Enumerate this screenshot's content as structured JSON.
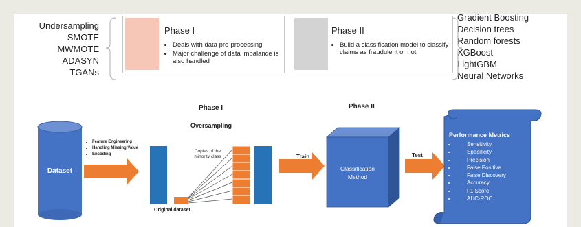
{
  "left_techniques": [
    "Undersampling",
    "SMOTE",
    "MWMOTE",
    "ADASYN",
    "TGANs"
  ],
  "right_models": [
    "Gradient Boosting",
    "Decision trees",
    "Random forests",
    "XGBoost",
    "LightGBM",
    "Neural Networks"
  ],
  "phase1_box": {
    "title": "Phase I",
    "bullets": [
      "Deals with data pre-processing",
      "Major challenge of data imbalance is also handled"
    ],
    "swatch_color": "#f6c7b6"
  },
  "phase2_box": {
    "title": "Phase II",
    "bullets": [
      "Build a classification model to classify claims as fraudulent or not"
    ],
    "swatch_color": "#d3d3d3"
  },
  "flow": {
    "phase1_label": "Phase I",
    "oversampling_label": "Oversampling",
    "phase2_label": "Phase II",
    "dataset_label": "Dataset",
    "preprocess_steps": [
      "Feature Engineering",
      "Handling Missing Value",
      "Encoding"
    ],
    "copies_label": "Copies of the minority class",
    "original_label": "Original dataset",
    "train_label": "Train",
    "test_label": "Test",
    "classification_label": "Classification Method"
  },
  "metrics": {
    "title": "Performance Metrics",
    "items": [
      "Sensitivity",
      "Specificity",
      "Precision",
      "False Positive",
      "False Discovery",
      "Accuracy",
      "F1 Score",
      "AUC-ROC"
    ]
  },
  "colors": {
    "blue": "#4472c4",
    "blue_dark": "#2e5597",
    "teal_bar": "#2773b8",
    "orange": "#ed7d31",
    "background": "#ecebe3"
  }
}
